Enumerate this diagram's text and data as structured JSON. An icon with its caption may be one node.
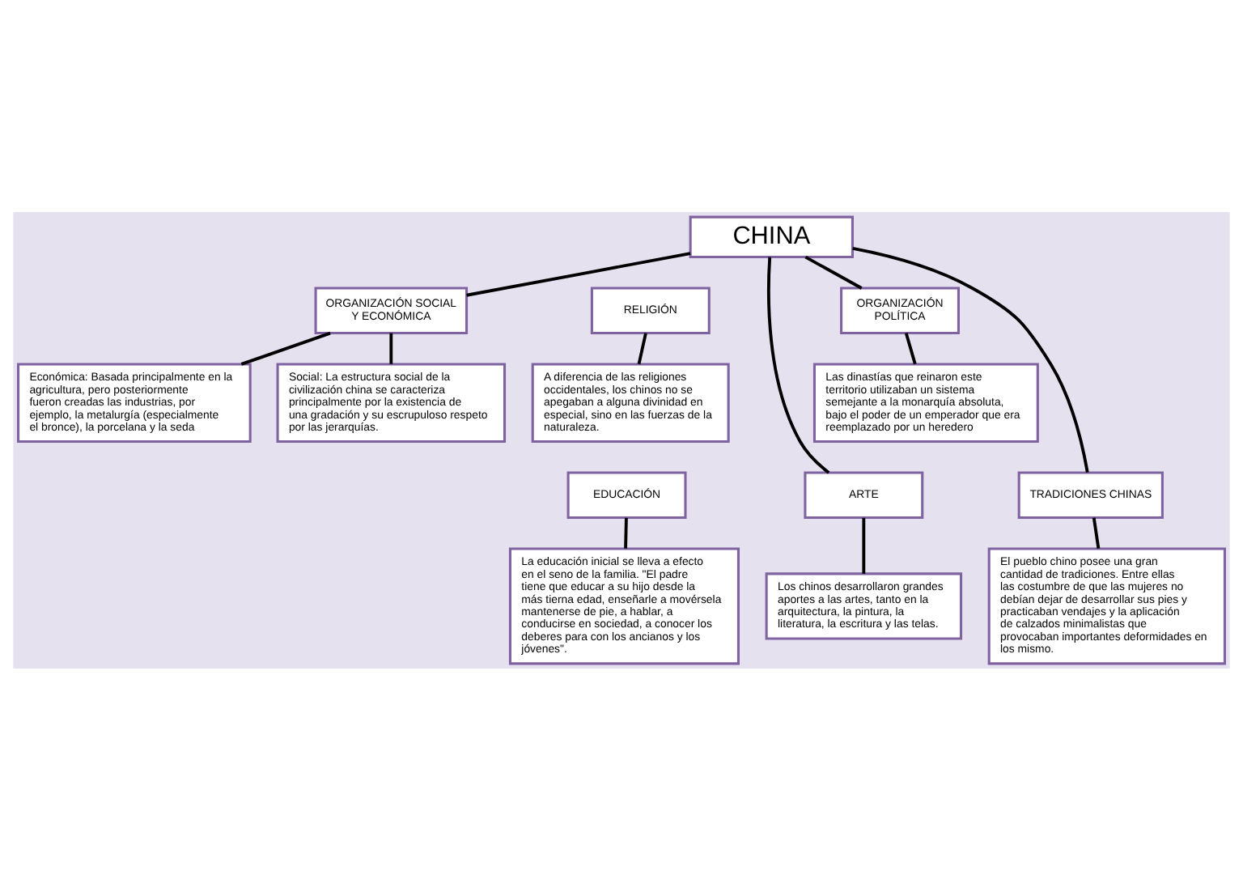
{
  "diagram": {
    "nodes": [
      {
        "text": [
          "CHINA"
        ]
      },
      {
        "text": [
          "ORGANIZACIÓN SOCIAL Y ECONÓMICA"
        ]
      },
      {
        "text": [
          "ORGANIZACIÓN POLÍTICA"
        ]
      },
      {
        "text": [
          "RELIGIÓN"
        ]
      },
      {
        "text": [
          "Económica: Basada principalmente en la agricultura, pero posteriormente fueron creadas las industrias, por ejemplo, la metalurgía (especialmente el bronce), la porcelana y la seda"
        ]
      },
      {
        "text": [
          "Social: La estructura social de la civilización china se caracteriza principalmente por la existencia de una gradación y su escrupuloso respeto por las jerarquías."
        ]
      },
      {
        "text": [
          "Las dinastías que reinaron este territorio utilizaban un sistema semejante a la monarquía absoluta, bajo el poder de un emperador que era reemplazado por un heredero"
        ]
      },
      {
        "text": [
          "A diferencia de las religiones occidentales, los chinos no se apegaban a alguna divinidad en especial, sino en las fuerzas de la naturaleza."
        ]
      },
      {
        "text": [
          "TRADICIONES CHINAS"
        ]
      },
      {
        "text": [
          "ARTE"
        ]
      },
      {
        "text": [
          "El pueblo chino posee una gran cantidad de tradiciones. Entre ellas las costumbre de que las mujeres no debían dejar de desarrollar sus pies y practicaban vendajes y la aplicación de calzados minimalistas que provocaban importantes deformidades en los mismo."
        ]
      },
      {
        "text": [
          "Los chinos desarrollaron grandes aportes a las artes, tanto en la arquitectura, la pintura, la literatura, la escritura y las telas."
        ]
      },
      {
        "text": [
          "EDUCACIÓN"
        ]
      },
      {
        "text": [
          "La educación inicial se lleva a efecto en el seno de la familia. \"El padre tiene que educar a su hijo desde la más tierna edad, enseñarle a movérsela mantenerse de pie, a hablar, a conducirse en sociedad, a conocer los deberes para con los ancianos y los jóvenes\"."
        ]
      }
    ],
    "edges": [
      {
        "from": 0,
        "to": 1,
        "arrow": "none"
      },
      {
        "from": 0,
        "to": 2,
        "arrow": "none"
      },
      {
        "from": 1,
        "to": 4,
        "arrow": "none"
      },
      {
        "from": 1,
        "to": 5,
        "arrow": "none"
      },
      {
        "from": 2,
        "to": 6,
        "arrow": "none"
      },
      {
        "from": 3,
        "to": 7,
        "arrow": "none"
      },
      {
        "from": 0,
        "to": 8,
        "arrow": "none"
      },
      {
        "from": 0,
        "to": 9,
        "arrow": "none"
      },
      {
        "from": 8,
        "to": 10,
        "arrow": "none"
      },
      {
        "from": 9,
        "to": 11,
        "arrow": "none"
      },
      {
        "from": 12,
        "to": 13,
        "arrow": "none"
      }
    ]
  }
}
